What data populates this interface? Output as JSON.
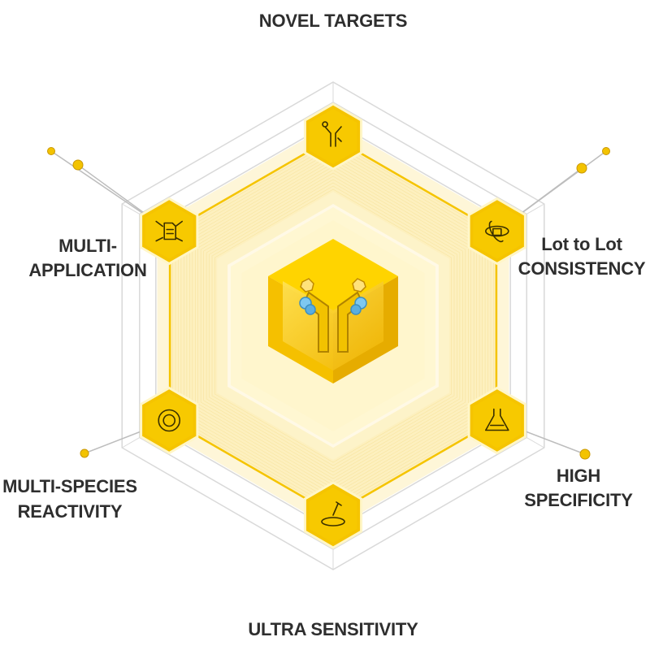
{
  "center": {
    "icon": "antibody-icon"
  },
  "features": [
    {
      "id": "novel-targets",
      "lines": [
        "NOVEL TARGETS"
      ],
      "icon": "antibody-target-icon"
    },
    {
      "id": "lot-to-lot-consistency",
      "lines": [
        "Lot to Lot",
        "CONSISTENCY"
      ],
      "icon": "atom-database-icon"
    },
    {
      "id": "high-specificity",
      "lines": [
        "HIGH",
        "SPECIFICITY"
      ],
      "icon": "flask-icon"
    },
    {
      "id": "ultra-sensitivity",
      "lines": [
        "ULTRA SENSITIVITY"
      ],
      "icon": "pipette-dish-icon"
    },
    {
      "id": "multi-species-reactivity",
      "lines": [
        "MULTI-SPECIES",
        "REACTIVITY"
      ],
      "icon": "cell-target-icon"
    },
    {
      "id": "multi-application",
      "lines": [
        "MULTI-",
        "APPLICATION"
      ],
      "icon": "document-network-icon"
    }
  ],
  "colors": {
    "accent": "#f5c400",
    "accent_dark": "#e0a800",
    "accent_light": "#fff4c2",
    "ring_fill": "#fdf0bf",
    "ring_inner": "#fef8dd",
    "grid_line": "#d9d9d9",
    "text": "#2e2e2e"
  }
}
